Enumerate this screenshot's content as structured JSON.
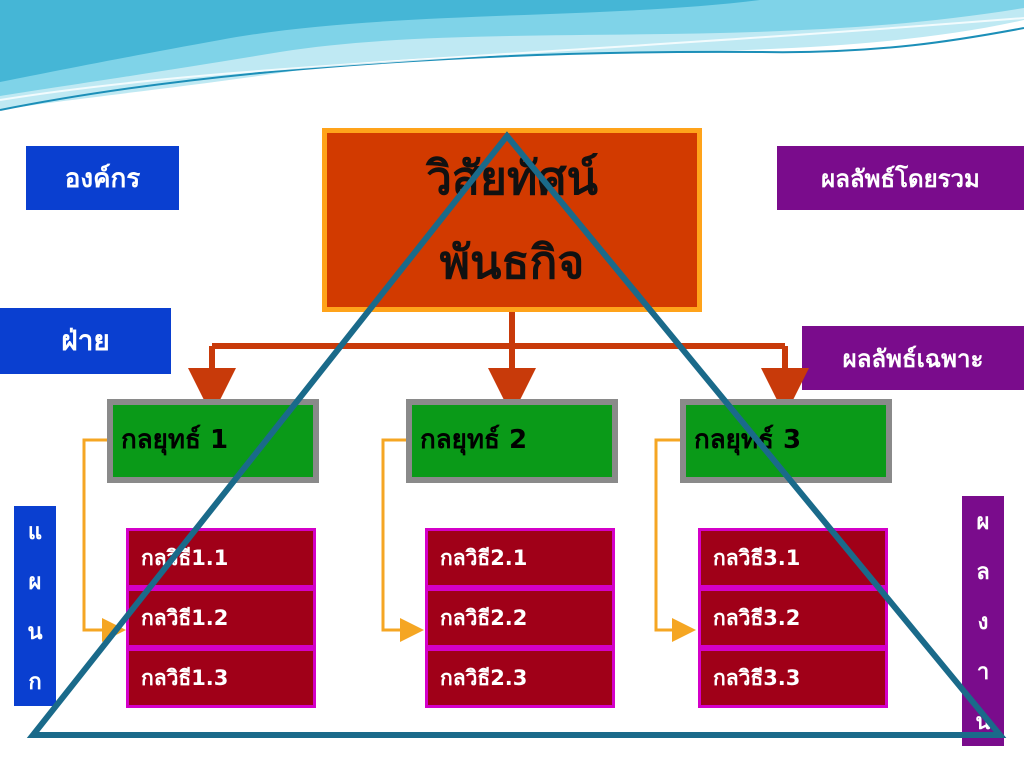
{
  "labels": {
    "organization": "องค์กร",
    "department": "ฝ่าย",
    "section_chars": [
      "แ",
      "ผ",
      "น",
      "ก"
    ],
    "overall_result": "ผลลัพธ์โดยรวม",
    "specific_result": "ผลลัพธ์เฉพาะ",
    "work_chars": [
      "ผ",
      "ล",
      "ง",
      "า",
      "น"
    ]
  },
  "vision": {
    "line1": "วิสัยทัศน์",
    "line2": "พันธกิจ"
  },
  "strategies": [
    "กลยุทธ์ 1",
    "กลยุทธ์ 2",
    "กลยุทธ์ 3"
  ],
  "methods": [
    [
      "กลวิธี1.1",
      "กลวิธี1.2",
      "กลวิธี1.3"
    ],
    [
      "กลวิธี2.1",
      "กลวิธี2.2",
      "กลวิธี2.3"
    ],
    [
      "กลวิธี3.1",
      "กลวิธี3.2",
      "กลวิธี3.3"
    ]
  ],
  "colors": {
    "label_blue": "#0a3fd0",
    "label_purple": "#7a0c8c",
    "vision_fill": "#d23a00",
    "strategy_fill": "#0a9a18",
    "method_fill": "#a00018",
    "triangle_stroke": "#1a6a8a"
  }
}
